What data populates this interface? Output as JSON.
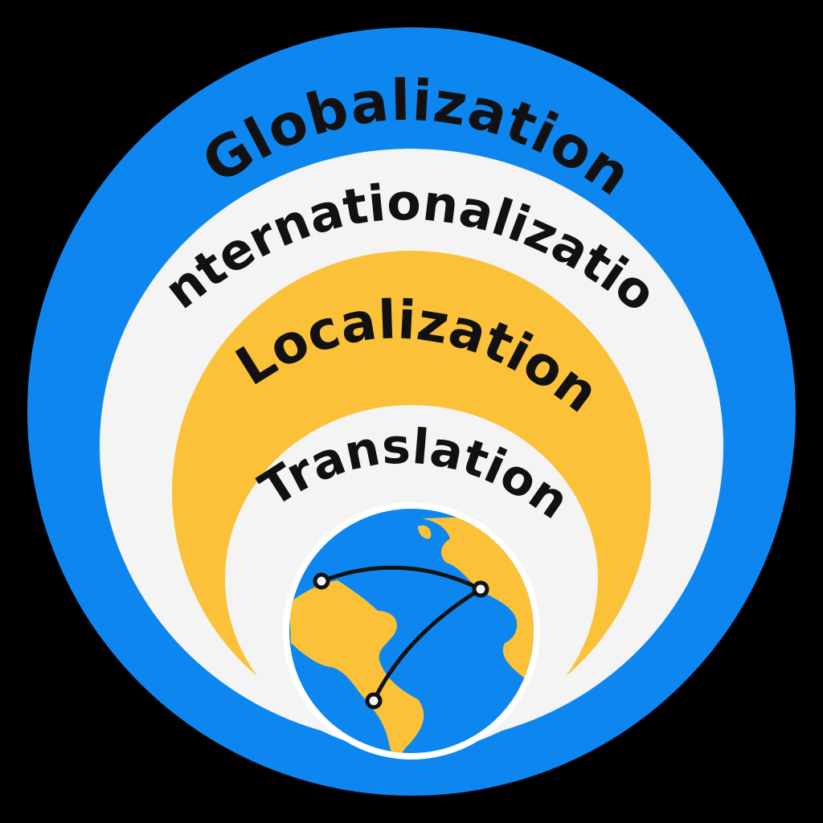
{
  "diagram": {
    "layers": [
      {
        "id": "globalization",
        "label": "Globalization",
        "color": "#0E86F0"
      },
      {
        "id": "internationalization",
        "label": "Internationalization",
        "color": "#F4F4F4"
      },
      {
        "id": "localization",
        "label": "Localization",
        "color": "#FBC138"
      },
      {
        "id": "translation",
        "label": "Translation",
        "color": "#F4F4F4"
      }
    ],
    "globe": {
      "icon": "globe-with-route-icon",
      "ocean_color": "#0E86F0",
      "land_color": "#FBC138",
      "route_color": "#111111"
    },
    "background_color": "#000000"
  }
}
